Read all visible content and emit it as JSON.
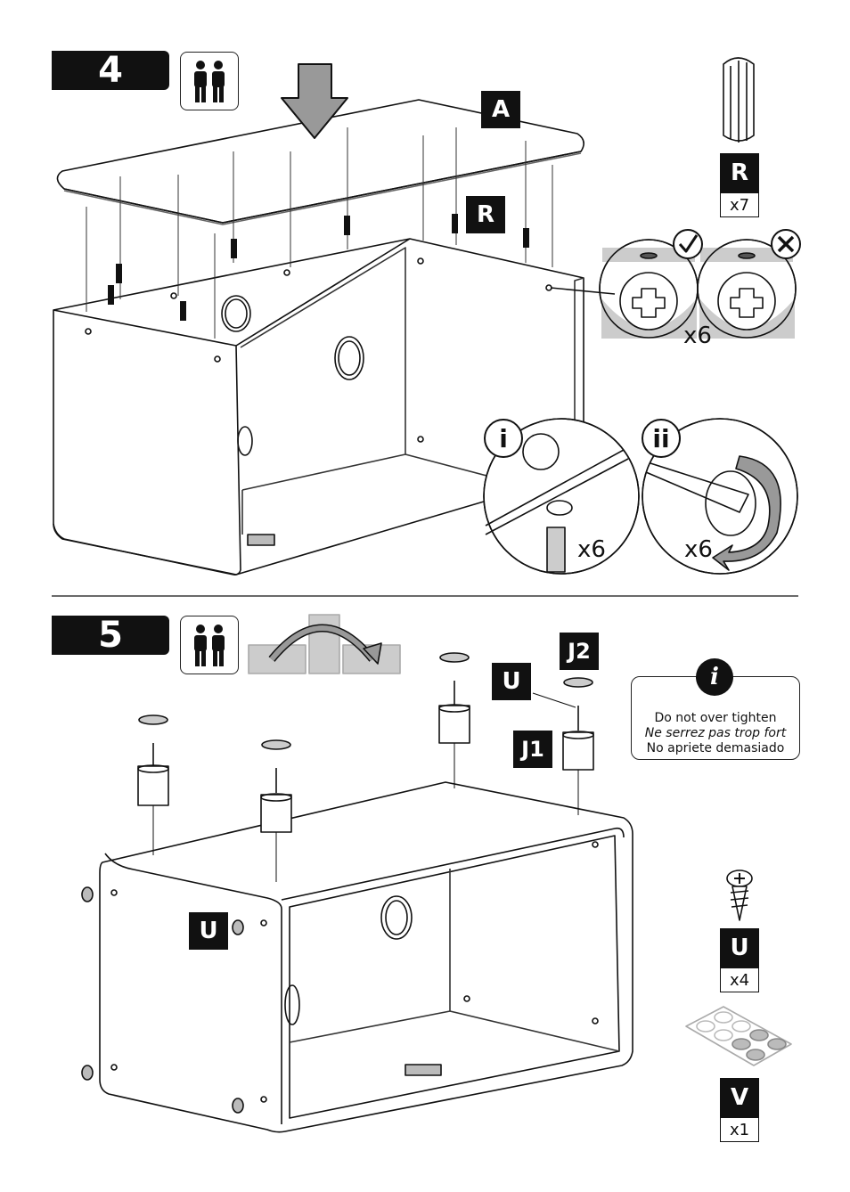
{
  "step4": {
    "number": "4",
    "label_a": "A",
    "label_r": "R",
    "part_r": {
      "label": "R",
      "qty": "x7"
    },
    "cam_qty": "x6",
    "detail_i": {
      "label": "i",
      "qty": "x6"
    },
    "detail_ii": {
      "label": "ii",
      "qty": "x6"
    }
  },
  "step5": {
    "number": "5",
    "label_j2": "J2",
    "label_u_top": "U",
    "label_j1": "J1",
    "label_u_side": "U",
    "note": {
      "icon": "i",
      "line1": "Do not over tighten",
      "line2": "Ne serrez pas trop fort",
      "line3": "No apriete demasiado"
    },
    "part_u": {
      "label": "U",
      "qty": "x4"
    },
    "part_v": {
      "label": "V",
      "qty": "x1"
    }
  },
  "icons": [
    "two-person-icon",
    "downward-arrow-icon",
    "check-icon",
    "cross-icon",
    "rotate-arrow-icon",
    "screw-icon",
    "dowel-icon",
    "felt-pad-icon"
  ]
}
